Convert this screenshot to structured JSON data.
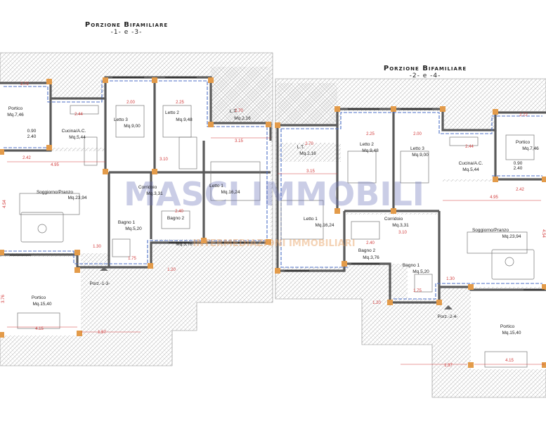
{
  "headings": {
    "left_title": "Porzione Bifamiliare",
    "left_sub": "-1- e -3-",
    "right_title": "Porzione Bifamiliare",
    "right_sub": "-2- e -4-"
  },
  "watermark": {
    "main": "MASCI IMMOBILI",
    "sub": "INTERMEDIAZIONI IMMOBILIARI"
  },
  "rooms_left": {
    "portico_top_name": "Portico",
    "portico_top_area": "Mq.7,46",
    "cucina_name": "Cucina/A.C.",
    "cucina_area": "Mq.5,44",
    "letto3_name": "Letto 3",
    "letto3_area": "Mq.9,00",
    "letto2_name": "Letto 2",
    "letto2_area": "Mq.9,48",
    "lt_name": "L.T.",
    "lt_area": "Mq.2,16",
    "soggiorno_name": "Soggiorno/Pranzo",
    "soggiorno_area": "Mq.23,94",
    "corridoio_name": "Corridoio",
    "corridoio_area": "Mq.3,31",
    "letto1_name": "Letto 1",
    "letto1_area": "Mq.16,24",
    "bagno1_name": "Bagno 1",
    "bagno1_area": "Mq.5,20",
    "bagno2_name": "Bagno 2",
    "bagno2_area": "Mq.3,76",
    "portico_bot_name": "Portico",
    "portico_bot_area": "Mq.15,40",
    "porz_label": "Porz.-1-3-"
  },
  "rooms_right": {
    "lt_name": "L.T.",
    "lt_area": "Mq.2,16",
    "letto2_name": "Letto 2",
    "letto2_area": "Mq.9,48",
    "letto3_name": "Letto 3",
    "letto3_area": "Mq.9,00",
    "cucina_name": "Cucina/A.C.",
    "cucina_area": "Mq.5,44",
    "portico_top_name": "Portico",
    "portico_top_area": "Mq.7,46",
    "letto1_name": "Letto 1",
    "letto1_area": "Mq.16,24",
    "corridoio_name": "Corridoio",
    "corridoio_area": "Mq.3,31",
    "soggiorno_name": "Soggiorno/Pranzo",
    "soggiorno_area": "Mq.23,94",
    "bagno2_name": "Bagno 2",
    "bagno2_area": "Mq.3,76",
    "bagno1_name": "Bagno 1",
    "bagno1_area": "Mq.5,20",
    "portico_bot_name": "Portico",
    "portico_bot_area": "Mq.15,40",
    "porz_label": "Porz.-2-4-"
  },
  "dims_left": {
    "d272": "2.72",
    "d244": "2.44",
    "d200": "2.00",
    "d225": "2.25",
    "d270": "2.70",
    "d315": "3.15",
    "d242": "2.42",
    "d495": "4.95",
    "d310": "3.10",
    "d240": "2.40",
    "d130": "1.30",
    "d175": "1.75",
    "d120": "1.20",
    "d415": "4.15",
    "d157": "1.57",
    "d090": "0.90",
    "d2x40": "2.40",
    "d454": "4.54",
    "d376": "3.76"
  },
  "dims_right": {
    "d270": "2.70",
    "d225": "2.25",
    "d200": "2.00",
    "d272": "2.72",
    "d244": "2.44",
    "d315": "3.15",
    "d090": "0.90",
    "d2x40": "2.40",
    "d242": "2.42",
    "d495": "4.95",
    "d240": "2.40",
    "d310": "3.10",
    "d130": "1.30",
    "d175": "1.75",
    "d120": "1.20",
    "d454": "4.54",
    "d415": "4.15",
    "d137": "1.37"
  }
}
